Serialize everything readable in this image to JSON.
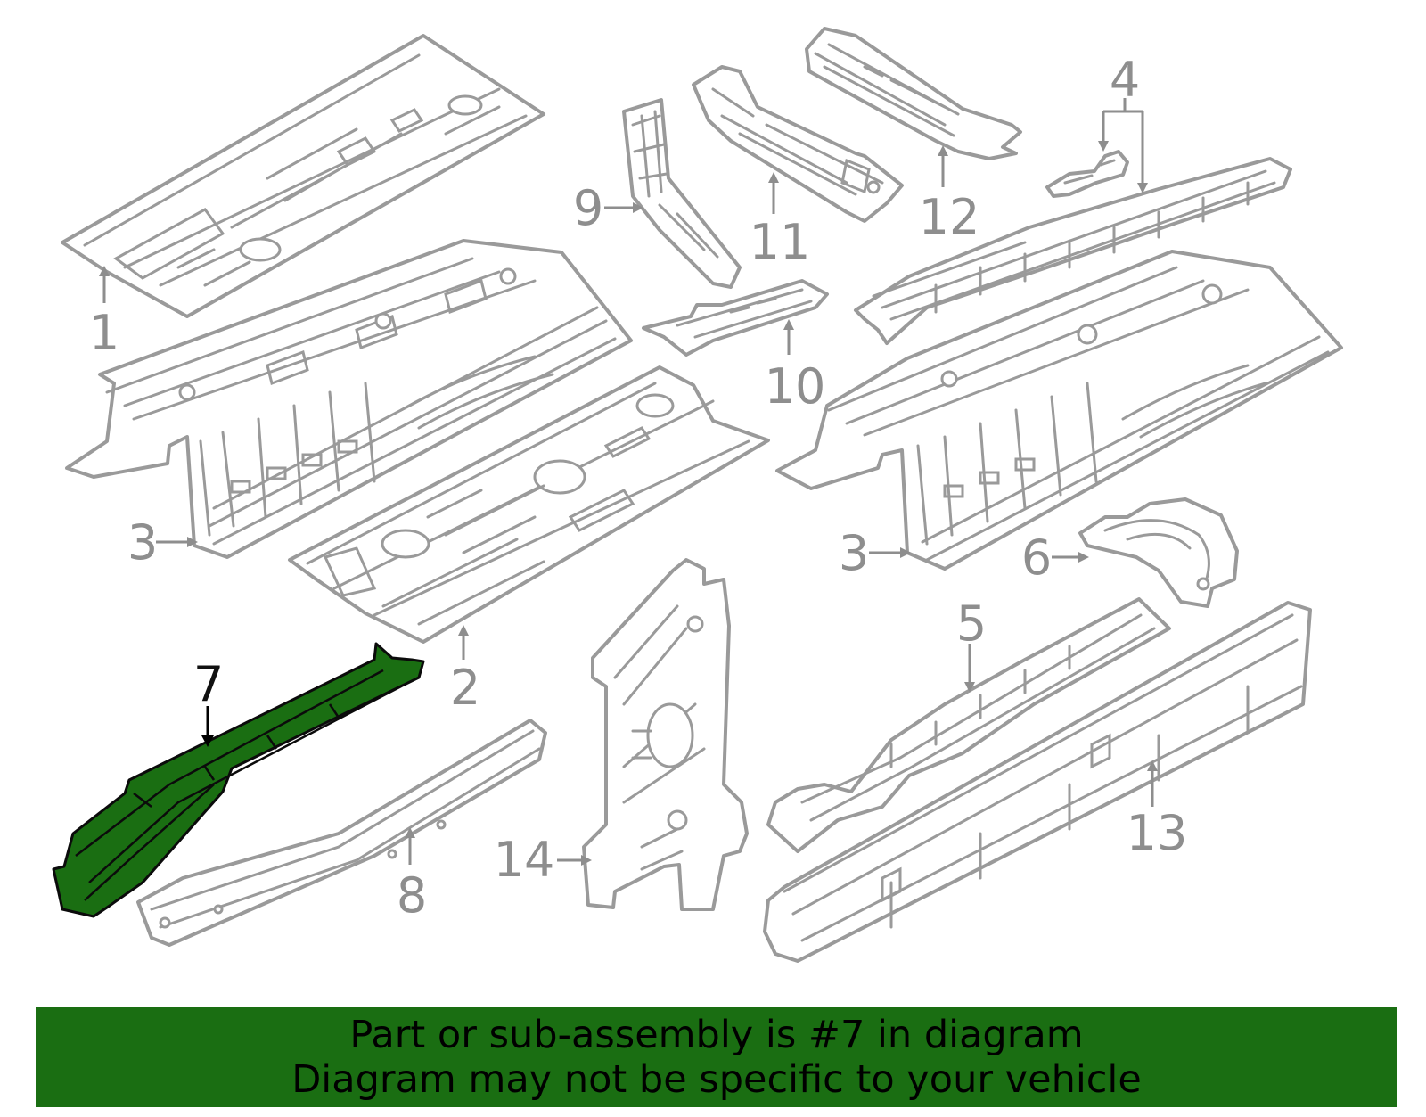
{
  "diagram": {
    "callouts": [
      {
        "id": "callout-1",
        "label": "1"
      },
      {
        "id": "callout-2",
        "label": "2"
      },
      {
        "id": "callout-3a",
        "label": "3"
      },
      {
        "id": "callout-3b",
        "label": "3"
      },
      {
        "id": "callout-4",
        "label": "4"
      },
      {
        "id": "callout-5",
        "label": "5"
      },
      {
        "id": "callout-6",
        "label": "6"
      },
      {
        "id": "callout-7",
        "label": "7"
      },
      {
        "id": "callout-8",
        "label": "8"
      },
      {
        "id": "callout-9",
        "label": "9"
      },
      {
        "id": "callout-10",
        "label": "10"
      },
      {
        "id": "callout-11",
        "label": "11"
      },
      {
        "id": "callout-12",
        "label": "12"
      },
      {
        "id": "callout-13",
        "label": "13"
      },
      {
        "id": "callout-14",
        "label": "14"
      }
    ],
    "highlighted_part": "7",
    "colors": {
      "highlight_fill": "#1a6e12",
      "part_outline": "#9a9a9a",
      "banner_bg": "#1a6e12"
    }
  },
  "banner": {
    "line1": "Part or sub-assembly is #7 in diagram",
    "line2": "Diagram may not be specific to your vehicle"
  }
}
